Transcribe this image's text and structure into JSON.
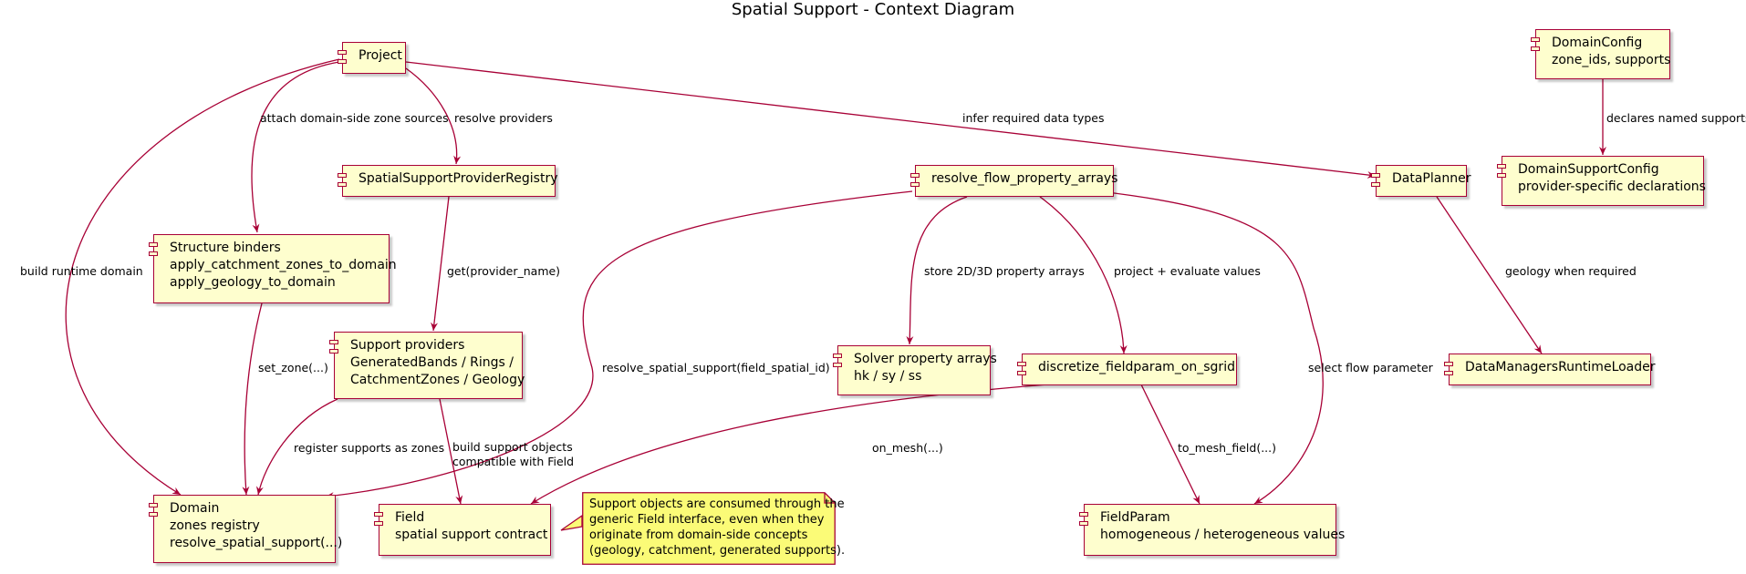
{
  "title": "Spatial Support - Context Diagram",
  "nodes": {
    "project": {
      "lines": [
        "Project"
      ]
    },
    "registry": {
      "lines": [
        "SpatialSupportProviderRegistry"
      ]
    },
    "binders": {
      "lines": [
        "Structure binders",
        "apply_catchment_zones_to_domain",
        "apply_geology_to_domain"
      ]
    },
    "providers": {
      "lines": [
        "Support providers",
        "GeneratedBands / Rings /",
        "CatchmentZones / Geology"
      ]
    },
    "domain": {
      "lines": [
        "Domain",
        "zones registry",
        "resolve_spatial_support(...)"
      ]
    },
    "field": {
      "lines": [
        "Field",
        "spatial support contract"
      ]
    },
    "resolver": {
      "lines": [
        "resolve_flow_property_arrays"
      ]
    },
    "solver_arrays": {
      "lines": [
        "Solver property arrays",
        "hk / sy / ss"
      ]
    },
    "discretize": {
      "lines": [
        "discretize_fieldparam_on_sgrid"
      ]
    },
    "fieldparam": {
      "lines": [
        "FieldParam",
        "homogeneous / heterogeneous values"
      ]
    },
    "planner": {
      "lines": [
        "DataPlanner"
      ]
    },
    "loader": {
      "lines": [
        "DataManagersRuntimeLoader"
      ]
    },
    "domain_config": {
      "lines": [
        "DomainConfig",
        "zone_ids, supports"
      ]
    },
    "support_config": {
      "lines": [
        "DomainSupportConfig",
        "provider-specific declarations"
      ]
    }
  },
  "note": {
    "lines": [
      "Support objects are consumed through the",
      "generic Field interface, even when they",
      "originate from domain-side concepts",
      "(geology, catchment, generated supports)."
    ]
  },
  "edges": [
    {
      "label": "attach domain-side zone sources"
    },
    {
      "label": "resolve providers"
    },
    {
      "label": "infer required data types"
    },
    {
      "label": "build runtime domain"
    },
    {
      "label": "get(provider_name)"
    },
    {
      "label": "set_zone(...)"
    },
    {
      "label": "register supports as zones"
    },
    {
      "label_lines": [
        "build support objects",
        "compatible with Field"
      ]
    },
    {
      "label": "resolve_spatial_support(field_spatial_id)"
    },
    {
      "label": "store 2D/3D property arrays"
    },
    {
      "label": "project + evaluate values"
    },
    {
      "label": "select flow parameter"
    },
    {
      "label": "on_mesh(...)"
    },
    {
      "label": "to_mesh_field(...)"
    },
    {
      "label": "geology when required"
    },
    {
      "label": "declares named supports"
    }
  ],
  "colors": {
    "node_fill": "#fefece",
    "node_border": "#a80036",
    "arrow": "#a80036",
    "note_fill": "#fbfb77",
    "note_border": "#a80036"
  }
}
